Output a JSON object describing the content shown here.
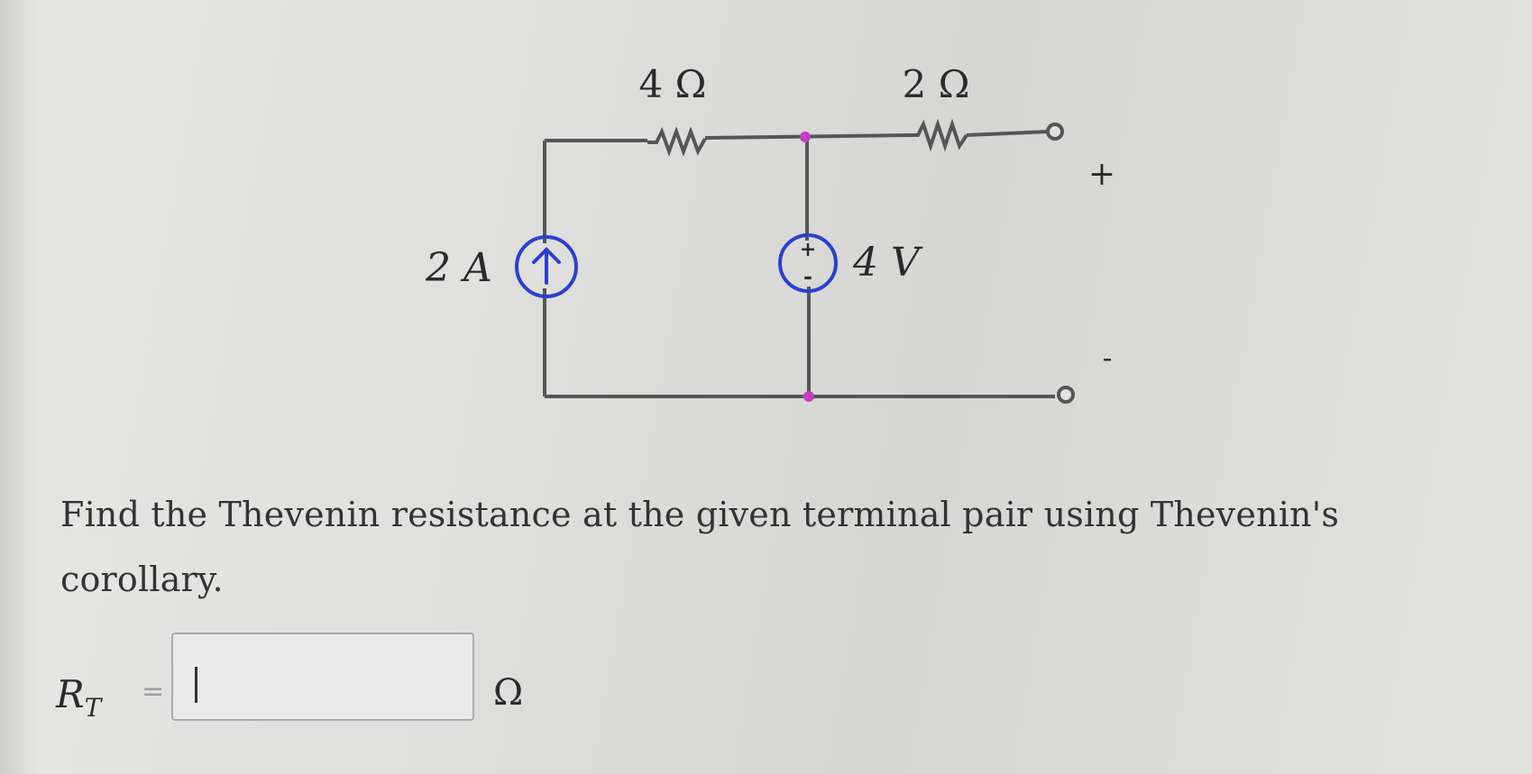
{
  "circuit": {
    "r1_label": "4 Ω",
    "r2_label": "2 Ω",
    "current_source_label": "2 A",
    "voltage_source_label": "4 V",
    "plus_terminal": "+",
    "minus_terminal": "-",
    "source_plus": "+",
    "source_minus": "-"
  },
  "question": {
    "text": "Find the Thevenin resistance at the given terminal pair using Thevenin's corollary."
  },
  "answer": {
    "label_main": "R",
    "label_sub": "T",
    "equals": "=",
    "value": "",
    "unit": "Ω"
  },
  "colors": {
    "wire": "#555555",
    "source_blue": "#2c3fd1",
    "node_magenta": "#c23fbf"
  }
}
